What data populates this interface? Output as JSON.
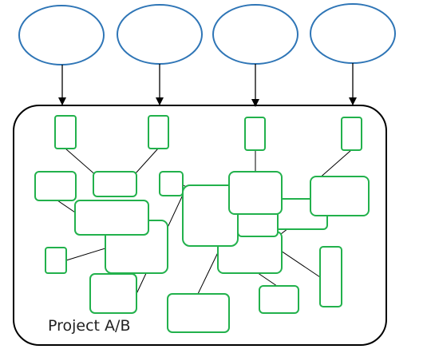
{
  "project": {
    "label": "Project A/B"
  },
  "colors": {
    "ellipse_stroke": "#2e75b6",
    "container_stroke": "#000000",
    "box_stroke": "#22b14c",
    "arrow": "#000000",
    "link": "#000000"
  },
  "ellipses": [
    {
      "id": "e1"
    },
    {
      "id": "e2"
    },
    {
      "id": "e3"
    },
    {
      "id": "e4"
    }
  ],
  "top_boxes": [
    {
      "id": "t1"
    },
    {
      "id": "t2"
    },
    {
      "id": "t3"
    },
    {
      "id": "t4"
    }
  ]
}
